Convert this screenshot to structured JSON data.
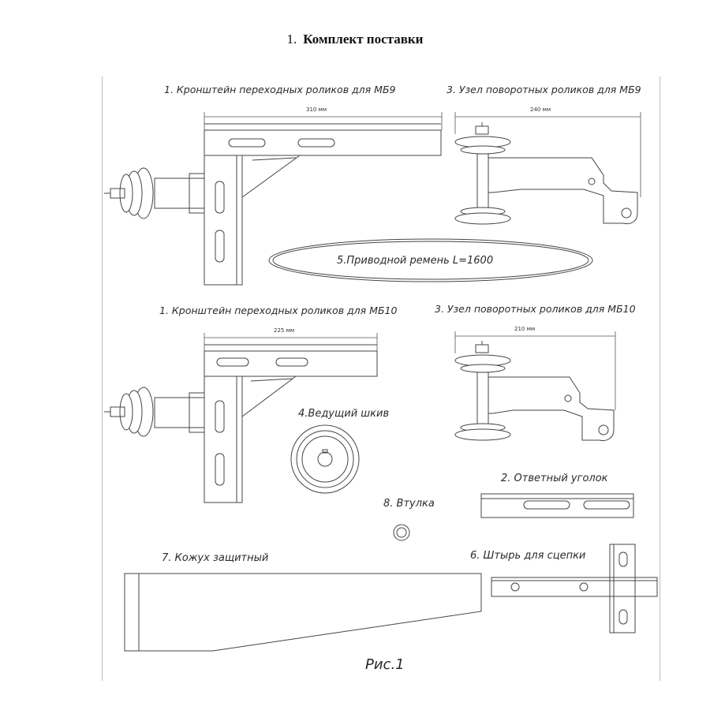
{
  "document": {
    "number": "1.",
    "title": "Комплект поставки"
  },
  "parts": {
    "bracket_mb9": {
      "label": "1. Кронштейн переходных роликов для МБ9",
      "dimension": "310 мм"
    },
    "roller_mb9": {
      "label": "3. Узел поворотных роликов для МБ9",
      "dimension": "240 мм"
    },
    "belt": {
      "label": "5.Приводной ремень L=1600"
    },
    "bracket_mb10": {
      "label": "1. Кронштейн переходных роликов для МБ10",
      "dimension": "225 мм"
    },
    "roller_mb10": {
      "label": "3. Узел поворотных роликов для МБ10",
      "dimension": "210 мм"
    },
    "pulley": {
      "label": "4.Ведущий шкив"
    },
    "angle": {
      "label": "2. Ответный уголок"
    },
    "bushing": {
      "label": "8. Втулка"
    },
    "cover": {
      "label": "7. Кожух защитный"
    },
    "pin": {
      "label": "6. Штырь для сцепки"
    }
  },
  "figure_caption": "Рис.1"
}
